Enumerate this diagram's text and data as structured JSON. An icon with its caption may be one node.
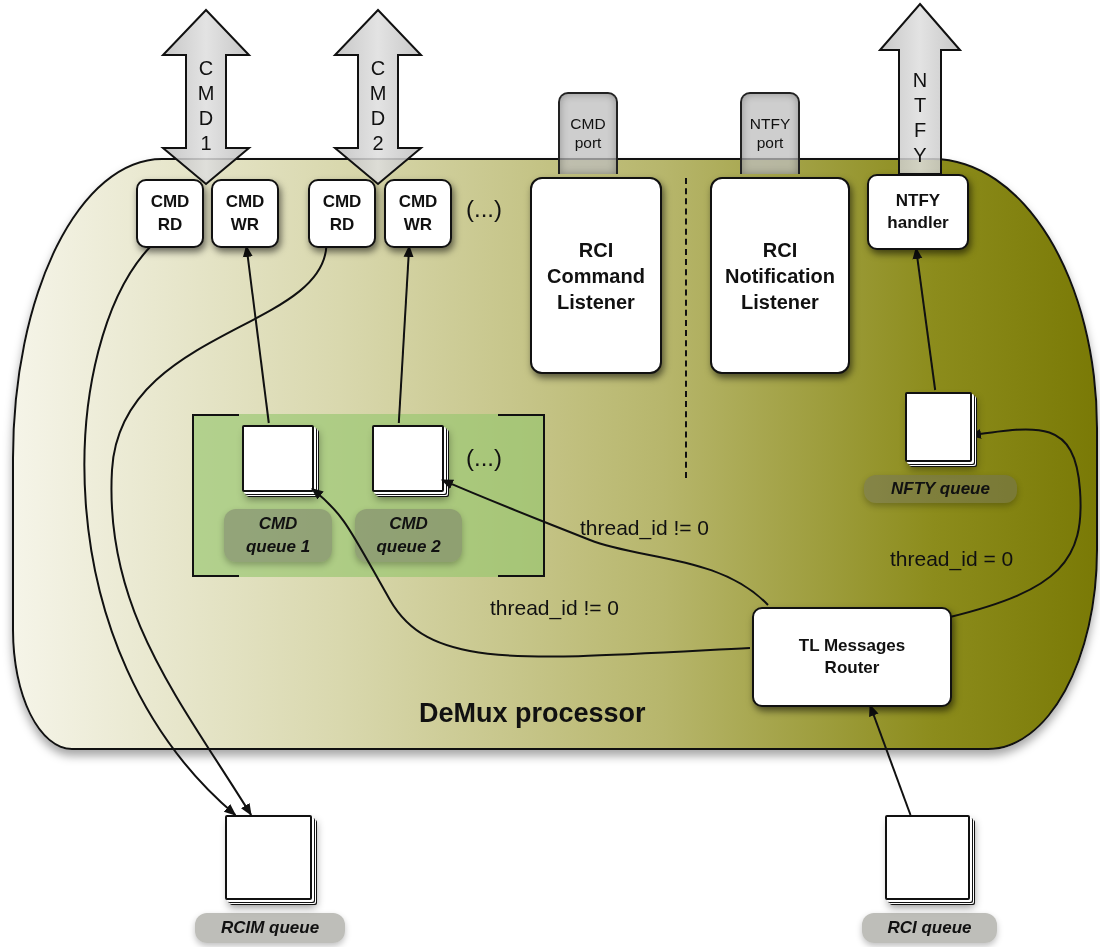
{
  "diagram": {
    "nodes": [
      {
        "text": [
          "DeMux processor"
        ]
      },
      {
        "text": [
          "CMD1"
        ]
      },
      {
        "text": [
          "CMD2"
        ]
      },
      {
        "text": [
          "CMD port"
        ]
      },
      {
        "text": [
          "NTFY port"
        ]
      },
      {
        "text": [
          "NTFY"
        ]
      },
      {
        "text": [
          "CMD RD"
        ],
        "in": 0
      },
      {
        "text": [
          "CMD WR"
        ],
        "in": 0
      },
      {
        "text": [
          "CMD RD"
        ],
        "in": 0
      },
      {
        "text": [
          "CMD WR"
        ],
        "in": 0
      },
      {
        "text": [
          "RCI Command Listener"
        ],
        "in": 0
      },
      {
        "text": [
          "RCI Notification Listener"
        ],
        "in": 0
      },
      {
        "text": [
          "NTFY handler"
        ],
        "in": 0
      },
      {
        "text": [],
        "shape": "box",
        "in": 0
      },
      {
        "text": [],
        "shape": "box",
        "in": 13,
        "beside": [
          "CMD queue 1"
        ]
      },
      {
        "text": [],
        "shape": "box",
        "in": 13,
        "beside": [
          "CMD queue 2"
        ]
      },
      {
        "text": [],
        "shape": "box",
        "in": 0,
        "beside": [
          "NFTY queue"
        ]
      },
      {
        "text": [
          "TL Messages Router"
        ],
        "in": 0
      },
      {
        "text": [],
        "shape": "box",
        "beside": [
          "RCIM queue"
        ]
      },
      {
        "text": [],
        "shape": "box",
        "beside": [
          "RCI queue"
        ]
      }
    ],
    "edges": [
      {
        "from": 6,
        "to": 18,
        "arrow": "to"
      },
      {
        "from": 8,
        "to": 18,
        "arrow": "to"
      },
      {
        "from": 14,
        "to": 7,
        "arrow": "to"
      },
      {
        "from": 15,
        "to": 9,
        "arrow": "to"
      },
      {
        "from": 17,
        "to": 14,
        "arrow": "to",
        "label": "thread_id != 0"
      },
      {
        "from": 17,
        "to": 15,
        "arrow": "to",
        "label": "thread_id != 0"
      },
      {
        "from": 17,
        "to": 16,
        "arrow": "to",
        "label": "thread_id = 0"
      },
      {
        "from": 16,
        "to": 12,
        "arrow": "to"
      },
      {
        "from": 19,
        "to": 17,
        "arrow": "to"
      }
    ],
    "labels": [
      "(...)",
      "(...)"
    ]
  }
}
